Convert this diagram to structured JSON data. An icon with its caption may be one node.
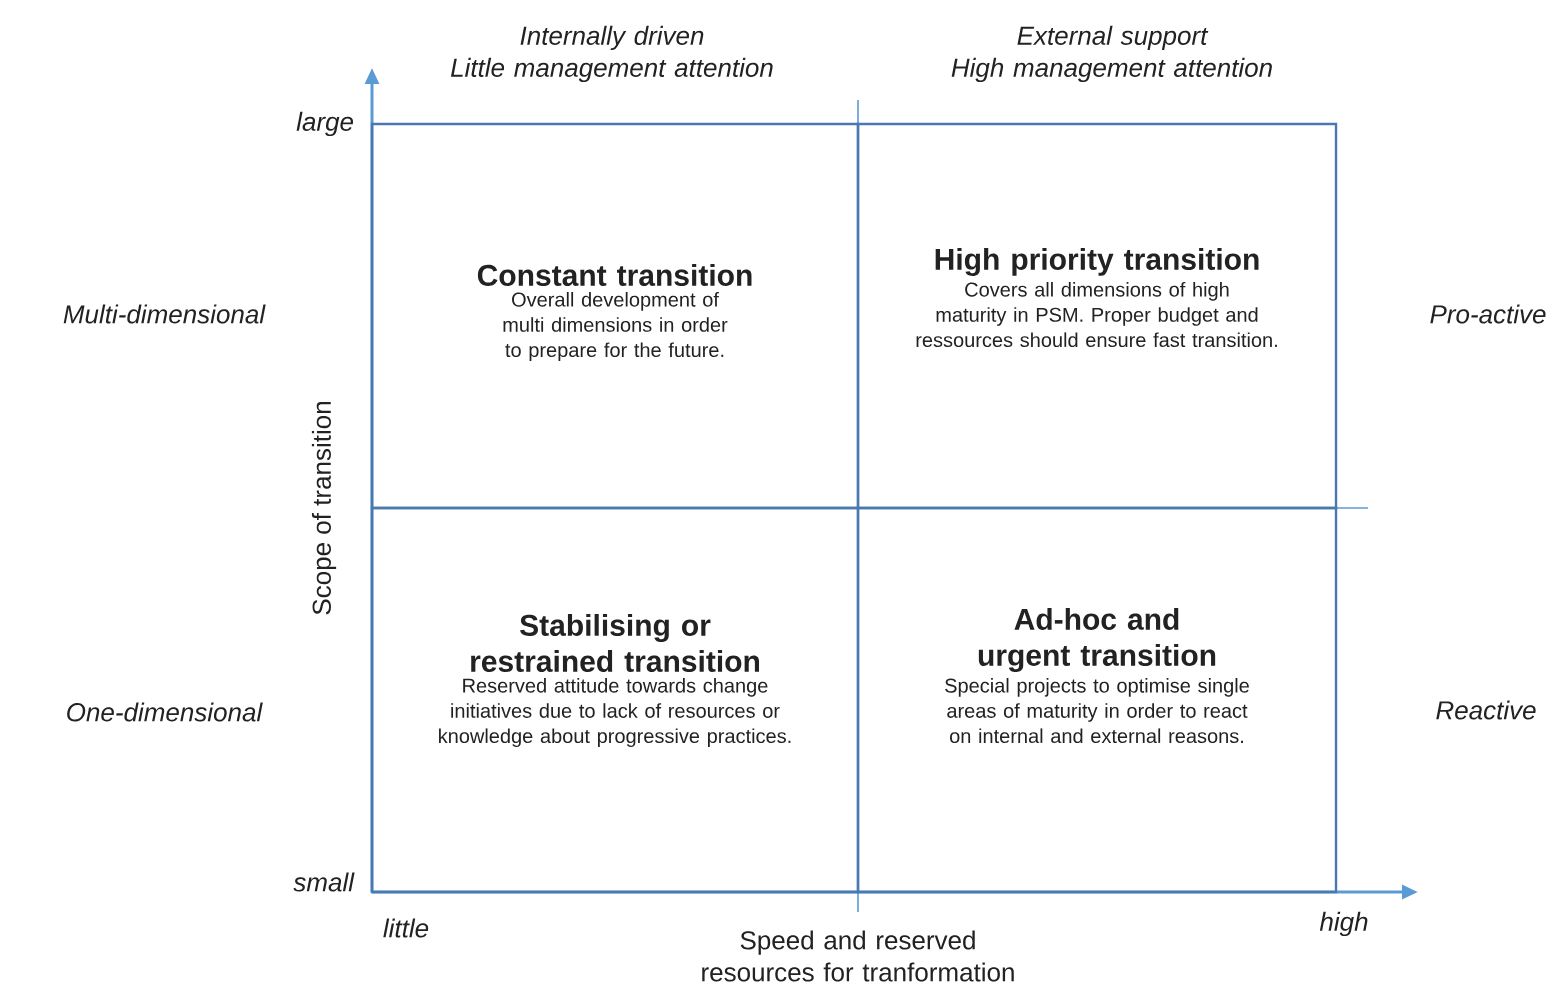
{
  "diagram": {
    "nodes": [
      {
        "text": [
          "Constant transition",
          "Overall development of multi dimensions in order to prepare for the future."
        ]
      },
      {
        "text": [
          "High priority transition",
          "Covers all dimensions of high maturity in PSM. Proper budget and ressources should ensure fast transition."
        ]
      },
      {
        "text": [
          "Stabilising or restrained transition",
          "Reserved attitude towards change initiatives due to lack of resources or knowledge about progressive practices."
        ]
      },
      {
        "text": [
          "Ad-hoc and urgent transition",
          "Special projects to optimise single areas of maturity in order to react on internal and external reasons."
        ]
      }
    ],
    "labels": [
      "Internally driven Little management attention",
      "External support High management attention",
      "large",
      "Multi-dimensional",
      "Pro-active",
      "Scope of transition",
      "One-dimensional",
      "Reactive",
      "small",
      "little",
      "high",
      "Speed and reserved resources for tranformation"
    ]
  }
}
